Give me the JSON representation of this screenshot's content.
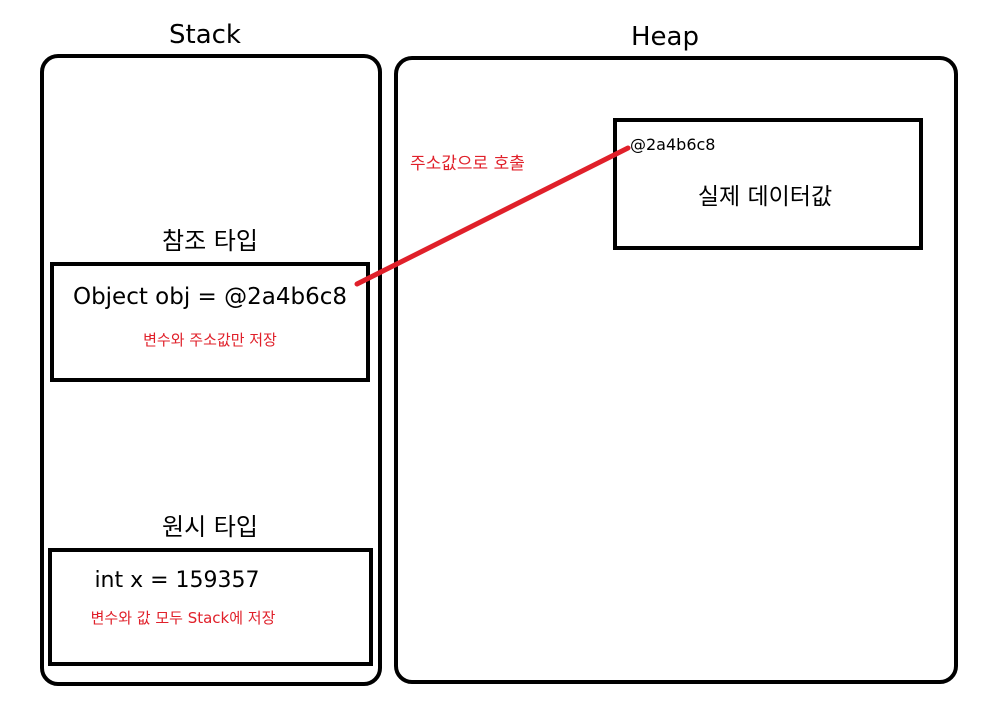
{
  "stack": {
    "title": "Stack",
    "reference": {
      "heading": "참조 타입",
      "code": "Object obj = @2a4b6c8",
      "note": "변수와 주소값만 저장"
    },
    "primitive": {
      "heading": "원시 타입",
      "code": "int x = 159357",
      "note": "변수와 값 모두 Stack에 저장"
    }
  },
  "heap": {
    "title": "Heap",
    "object": {
      "address": "@2a4b6c8",
      "value": "실제 데이터값"
    },
    "arrow_label": "주소값으로 호출"
  },
  "colors": {
    "accent": "#e0202a",
    "border": "#000000",
    "background": "#ffffff"
  }
}
